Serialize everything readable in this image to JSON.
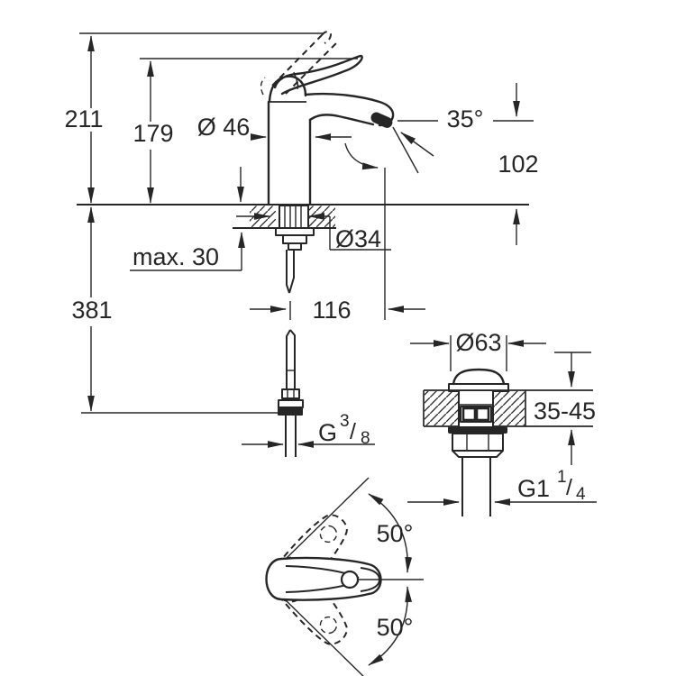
{
  "colors": {
    "line": "#262626",
    "background": "#ffffff"
  },
  "main_view": {
    "total_height": "211",
    "spout_tip_height": "179",
    "body_diameter": "Ø 46",
    "aerator_angle": "35°",
    "spout_outlet_height": "102",
    "max_deck_thickness": "max. 30",
    "deck_hole_diameter": "Ø34",
    "below_deck_height": "381",
    "spout_reach": "116",
    "supply_connection": {
      "base": "G",
      "numerator": "3",
      "slash": "/",
      "denominator": "8"
    }
  },
  "waste_view": {
    "flange_diameter": "Ø63",
    "deck_thickness_range": "35-45",
    "waste_connection": {
      "base": "G1",
      "numerator": "1",
      "slash": "/",
      "denominator": "4"
    }
  },
  "handle_view": {
    "swivel_angle_up": "50°",
    "swivel_angle_down": "50°"
  }
}
